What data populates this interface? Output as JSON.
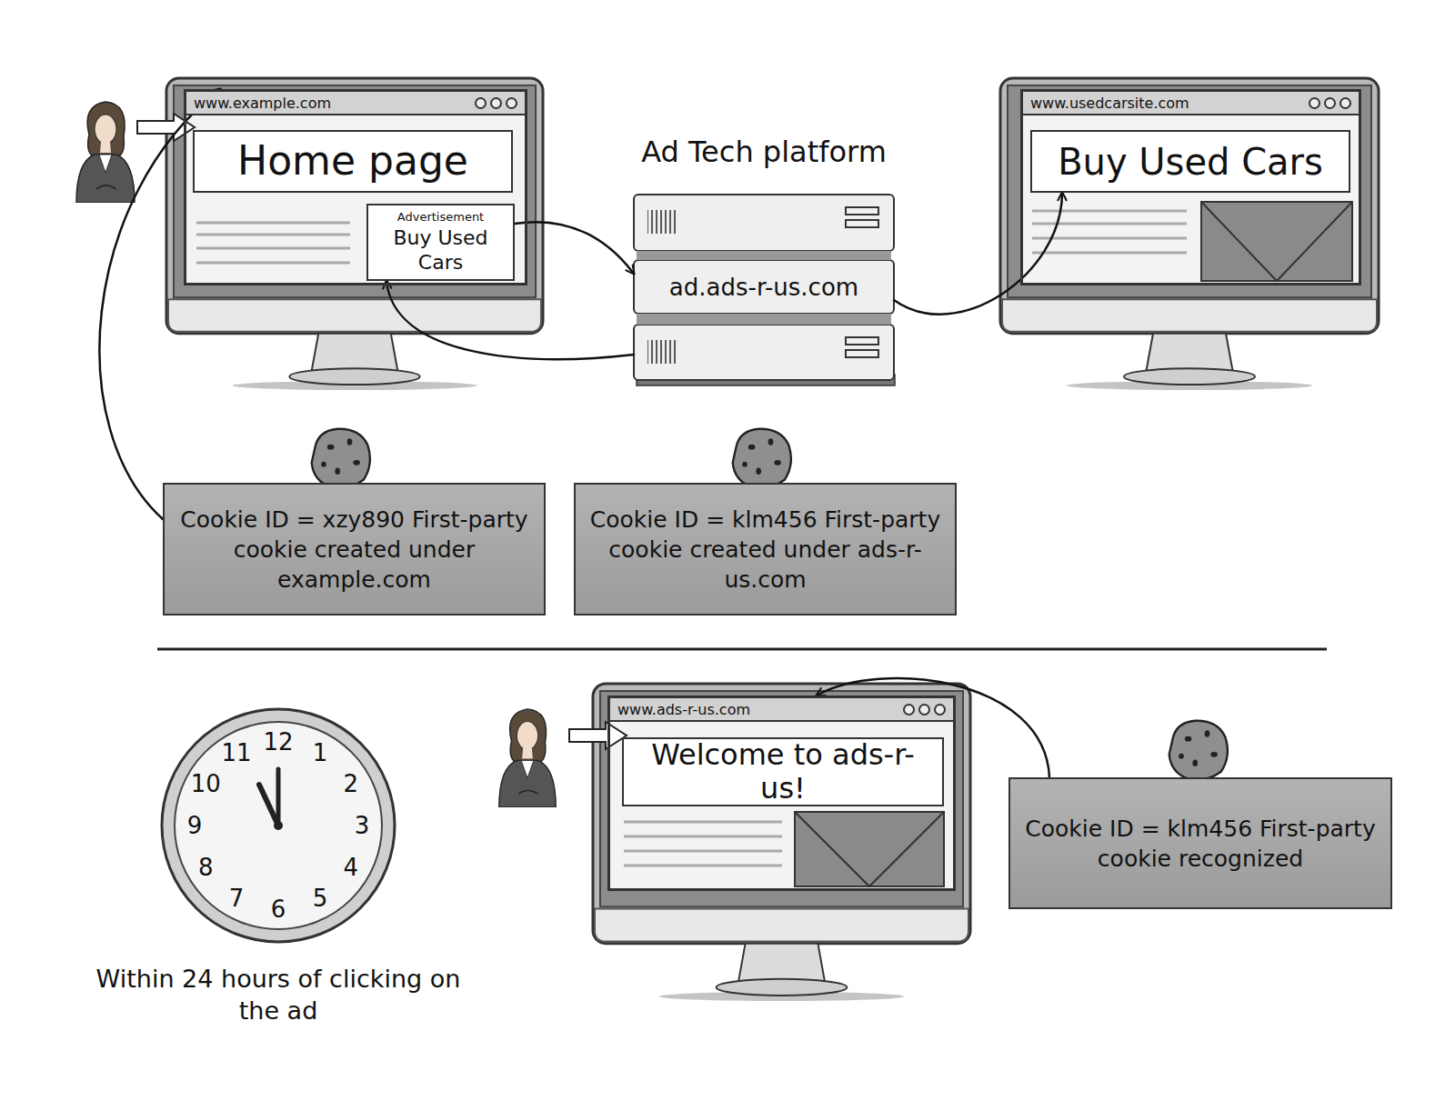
{
  "diagram": {
    "nodes": [
      {
        "text": [
          "www.example.com"
        ]
      },
      {
        "text": [
          "Home page"
        ],
        "in": 0
      },
      {
        "text": [
          "Advertisement",
          "Buy Used Cars"
        ],
        "in": 0
      },
      {
        "text": [
          "Ad Tech platform",
          "ad.ads-r-us.com"
        ]
      },
      {
        "text": [
          "www.usedcarsite.com"
        ]
      },
      {
        "text": [
          "Buy Used Cars"
        ],
        "in": 4
      },
      {
        "text": [
          "Cookie ID = xzy890 First-party cookie created under example.com"
        ]
      },
      {
        "text": [
          "Cookie ID = klm456 First-party cookie created under ads-r-us.com"
        ]
      },
      {
        "text": [
          "www.ads-r-us.com"
        ]
      },
      {
        "text": [
          "Welcome to ads-r-us!"
        ],
        "in": 8
      },
      {
        "text": [
          "Cookie ID = klm456 First-party cookie recognized"
        ]
      }
    ],
    "edges": [
      {
        "from": 2,
        "to": 3,
        "arrow": "to"
      },
      {
        "from": 3,
        "to": 2,
        "arrow": "to"
      },
      {
        "from": 3,
        "to": 5,
        "arrow": "to"
      },
      {
        "from": 6,
        "to": 0,
        "arrow": "to"
      },
      {
        "from": 10,
        "to": 8,
        "arrow": "to"
      }
    ],
    "labels": [
      "12",
      "1",
      "2",
      "3",
      "4",
      "5",
      "6",
      "7",
      "8",
      "9",
      "10",
      "11",
      "Within 24 hours of clicking on the ad"
    ]
  }
}
